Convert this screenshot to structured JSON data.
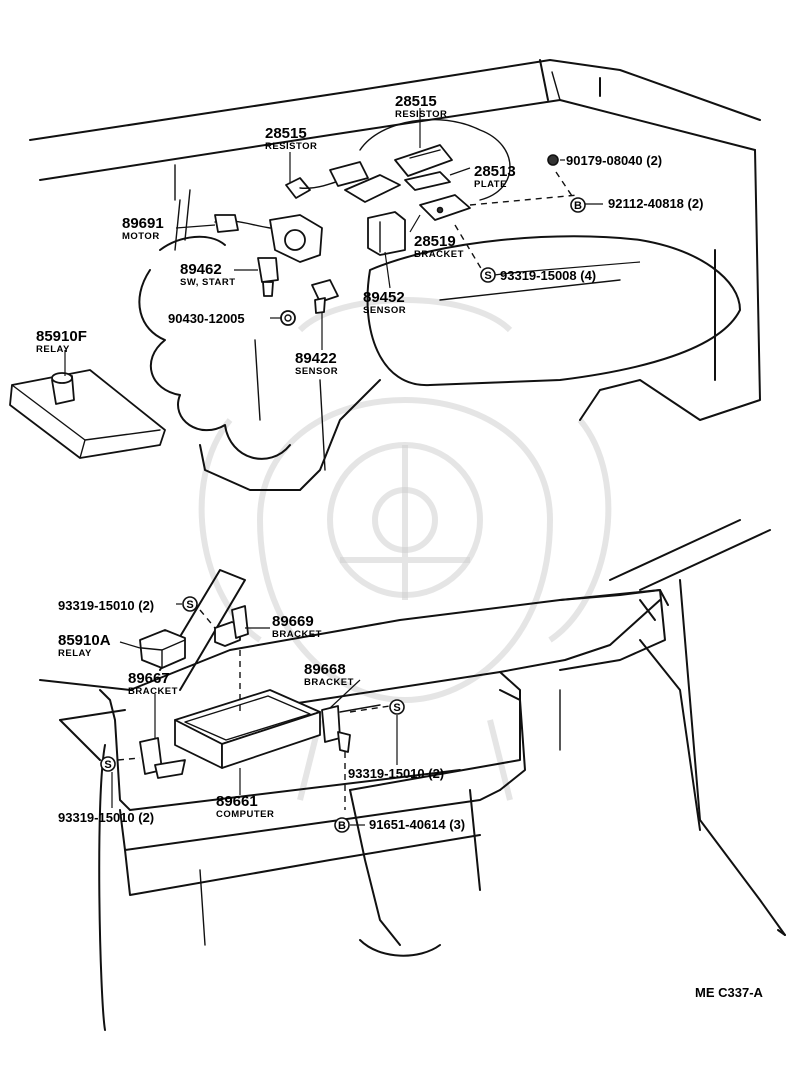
{
  "reference": "ME C337-A",
  "callouts": [
    {
      "id": "c28515a",
      "number": "28515",
      "name": "RESISTOR"
    },
    {
      "id": "c28515b",
      "number": "28515",
      "name": "RESISTOR"
    },
    {
      "id": "c28513",
      "number": "28513",
      "name": "PLATE"
    },
    {
      "id": "c90179",
      "number": "90179-08040 (2)",
      "name": ""
    },
    {
      "id": "c92112",
      "number": "92112-40818 (2)",
      "name": ""
    },
    {
      "id": "c89691",
      "number": "89691",
      "name": "MOTOR"
    },
    {
      "id": "c28519",
      "number": "28519",
      "name": "BRACKET"
    },
    {
      "id": "c89462",
      "number": "89462",
      "name": "SW, START"
    },
    {
      "id": "c93319_4",
      "number": "93319-15008 (4)",
      "name": ""
    },
    {
      "id": "c89452",
      "number": "89452",
      "name": "SENSOR"
    },
    {
      "id": "c90430",
      "number": "90430-12005",
      "name": ""
    },
    {
      "id": "c85910F",
      "number": "85910F",
      "name": "RELAY"
    },
    {
      "id": "c89422",
      "number": "89422",
      "name": "SENSOR"
    },
    {
      "id": "c93319_a",
      "number": "93319-15010 (2)",
      "name": ""
    },
    {
      "id": "c89669",
      "number": "89669",
      "name": "BRACKET"
    },
    {
      "id": "c85910A",
      "number": "85910A",
      "name": "RELAY"
    },
    {
      "id": "c89668",
      "number": "89668",
      "name": "BRACKET"
    },
    {
      "id": "c89667",
      "number": "89667",
      "name": "BRACKET"
    },
    {
      "id": "c93319_b",
      "number": "93319-15010 (2)",
      "name": ""
    },
    {
      "id": "c89661",
      "number": "89661",
      "name": "COMPUTER"
    },
    {
      "id": "c93319_c",
      "number": "93319-15010 (2)",
      "name": ""
    },
    {
      "id": "c91651",
      "number": "91651-40614 (3)",
      "name": ""
    }
  ],
  "symbols": {
    "s": "S",
    "b": "B"
  }
}
